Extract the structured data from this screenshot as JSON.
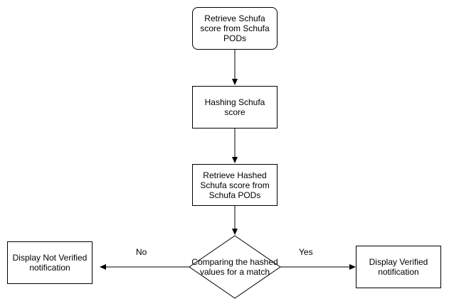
{
  "diagram": {
    "nodes": {
      "retrieve_score": "Retrieve Schufa score from Schufa PODs",
      "hashing": "Hashing Schufa score",
      "retrieve_hashed": "Retrieve Hashed Schufa score from Schufa PODs",
      "compare": "Comparing the hashed values for a match",
      "not_verified": "Display Not Verified notification",
      "verified": "Display Verified notification"
    },
    "edges": {
      "no_label": "No",
      "yes_label": "Yes"
    },
    "colors": {
      "stroke": "#000000",
      "fill": "#ffffff"
    }
  }
}
